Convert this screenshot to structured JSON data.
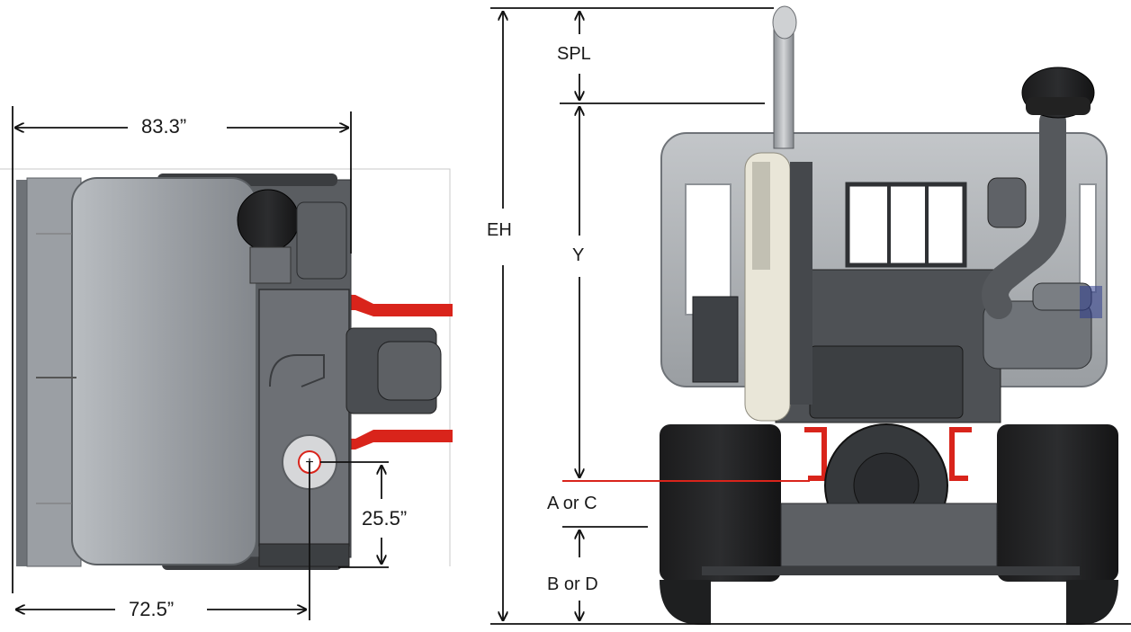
{
  "top_view": {
    "overall_width_label": "83.3”",
    "offset_label": "72.5”",
    "vertical_offset_label": "25.5”",
    "cg_marker_symbol": "+"
  },
  "rear_view": {
    "spl_label": "SPL",
    "eh_label": "EH",
    "y_label": "Y",
    "a_or_c_label": "A or C",
    "b_or_d_label": "B or D"
  },
  "colors": {
    "frame_rail_red": "#d9241b",
    "dimension_line": "#111111",
    "equipment_gray": "#8e9297",
    "equipment_light": "#aeb2b6",
    "equipment_dark": "#3a3c3f",
    "exhaust_cream": "#e9e6d8"
  }
}
